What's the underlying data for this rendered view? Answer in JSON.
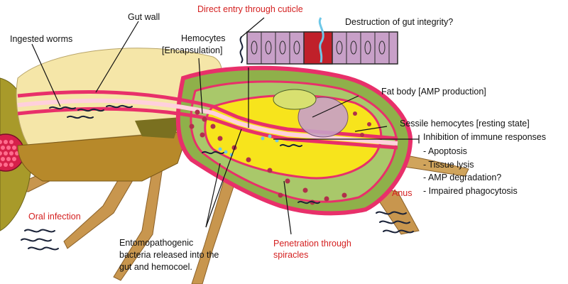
{
  "labels": {
    "gut_wall": "Gut wall",
    "direct_entry": "Direct entry through cuticle",
    "destruction": "Destruction of gut integrity?",
    "ingested_worms": "Ingested worms",
    "hemocytes_line1": "Hemocytes",
    "hemocytes_line2": "[Encapsulation]",
    "fat_body": "Fat body [AMP production]",
    "sessile": "Sessile hemocytes [resting state]",
    "inhibition": "Inhibition of immune responses",
    "oral_infection": "Oral infection",
    "anus": "Anus",
    "bacteria_line1": "Entomopathogenic",
    "bacteria_line2": "bacteria released into the",
    "bacteria_line3": "gut and hemocoel.",
    "spiracles_line1": "Penetration through",
    "spiracles_line2": "spiracles"
  },
  "inhibition_effects": [
    "- Apoptosis",
    "- Tissue lysis",
    "- AMP degradation?",
    "- Impaired phagocytosis"
  ],
  "colors": {
    "label_red": "#d42020",
    "thorax": "#f5e6a8",
    "abdomen": "#8fb04a",
    "fat_body": "#f7e41c",
    "gut_wall_pink": "#e8306a",
    "legs": "#c8964e",
    "cells": "#c8a0c8",
    "damaged_cell": "#c0202a"
  }
}
